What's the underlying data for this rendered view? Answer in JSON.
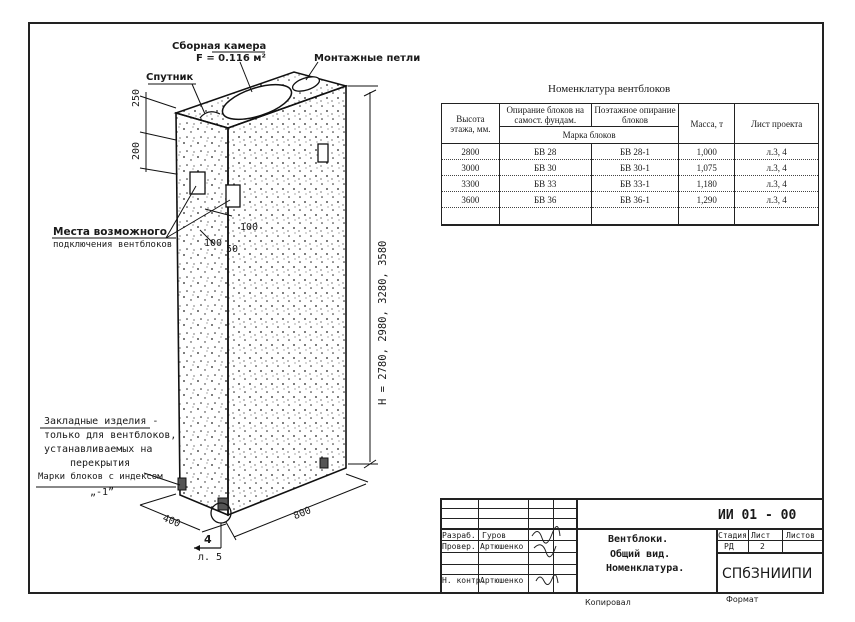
{
  "drawing": {
    "labels": {
      "assembly_chamber": "Сборная камера",
      "area": "F = 0.116 м²",
      "mounting_loops": "Монтажные петли",
      "satellite": "Спутник",
      "connection_places_1": "Места возможного",
      "connection_places_2": "подключения вентблоков",
      "embedded_1": "Закладные изделия -",
      "embedded_2": "только для вентблоков,",
      "embedded_3": "устанавливаемых на",
      "embedded_4": "перекрытия",
      "marks_1": "Марки блоков с индексом",
      "marks_2": "„-1”"
    },
    "dims": {
      "d250": "250",
      "d200": "200",
      "d100a": "100",
      "d100b": "100",
      "d50": "50",
      "height": "H = 2780, 2980, 3280, 3580",
      "width": "400",
      "length": "800",
      "section_ref_num": "4",
      "section_ref_sheet": "л. 5"
    }
  },
  "nomenclature": {
    "title": "Номенклатура вентблоков",
    "headers": {
      "height": "Высота этажа, мм.",
      "support_self": "Опирание блоков на самост. фундам.",
      "support_floor": "Поэтажное опирание блоков",
      "brand": "Марка блоков",
      "mass": "Масса, т",
      "sheet": "Лист проекта"
    },
    "rows": [
      {
        "h": "2800",
        "a": "БВ 28",
        "b": "БВ 28-1",
        "m": "1,000",
        "s": "л.3, 4"
      },
      {
        "h": "3000",
        "a": "БВ 30",
        "b": "БВ 30-1",
        "m": "1,075",
        "s": "л.3, 4"
      },
      {
        "h": "3300",
        "a": "БВ 33",
        "b": "БВ 33-1",
        "m": "1,180",
        "s": "л.3, 4"
      },
      {
        "h": "3600",
        "a": "БВ 36",
        "b": "БВ 36-1",
        "m": "1,290",
        "s": "л.3, 4"
      }
    ]
  },
  "title_block": {
    "code": "ИИ 01 - 00",
    "name_1": "Вентблоки.",
    "name_2": "Общий вид.",
    "name_3": "Номенклатура.",
    "role_dev": "Разраб.",
    "person_dev": "Гуров",
    "role_check": "Провер.",
    "person_check": "Артюшенко",
    "role_norm": "Н. контр.",
    "person_norm": "Артюшенко",
    "stage_label": "Стадия",
    "sheet_label": "Лист",
    "sheets_label": "Листов",
    "stage": "РД",
    "sheet": "2",
    "sheets": "",
    "org": "СПбЗНИИПИ"
  },
  "footer": {
    "copied": "Копировал",
    "format": "Формат"
  }
}
